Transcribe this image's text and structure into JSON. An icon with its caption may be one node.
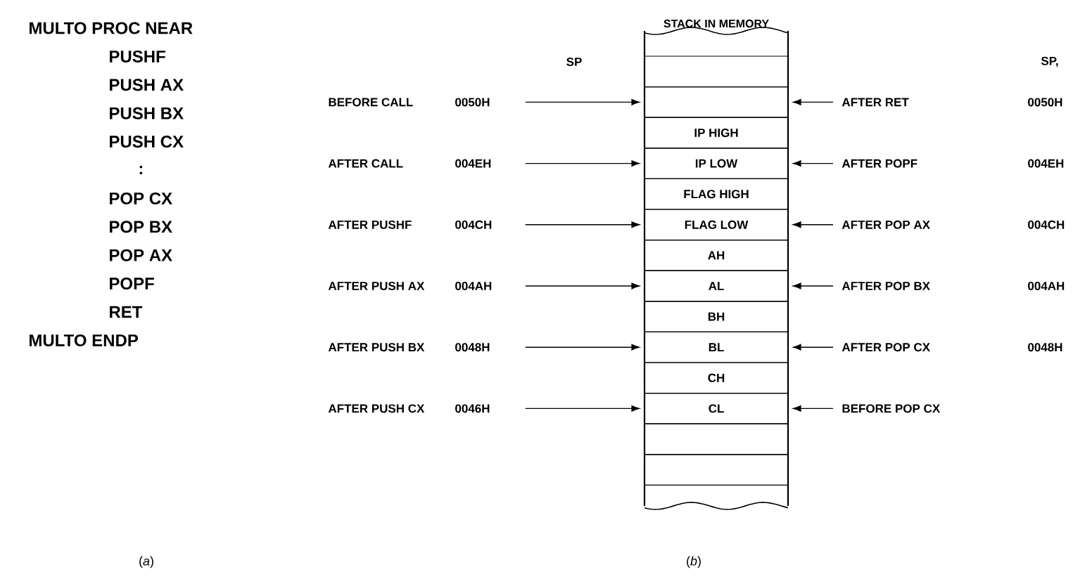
{
  "diagram": {
    "nodes": [
      {
        "text": [
          "STACK IN MEMORY"
        ]
      },
      {
        "text": [],
        "shape": "box",
        "in": 0
      },
      {
        "text": [],
        "shape": "box",
        "in": 0
      },
      {
        "text": [
          "IP HIGH"
        ],
        "in": 0
      },
      {
        "text": [
          "IP LOW"
        ],
        "in": 0
      },
      {
        "text": [
          "FLAG HIGH"
        ],
        "in": 0
      },
      {
        "text": [
          "FLAG LOW"
        ],
        "in": 0
      },
      {
        "text": [
          "AH"
        ],
        "in": 0
      },
      {
        "text": [
          "AL"
        ],
        "in": 0
      },
      {
        "text": [
          "BH"
        ],
        "in": 0
      },
      {
        "text": [
          "BL"
        ],
        "in": 0
      },
      {
        "text": [
          "CH"
        ],
        "in": 0
      },
      {
        "text": [
          "CL"
        ],
        "in": 0
      },
      {
        "text": [],
        "shape": "box",
        "in": 0
      },
      {
        "text": [],
        "shape": "box",
        "in": 0
      },
      {
        "text": [
          "BEFORE CALL",
          "0050H"
        ]
      },
      {
        "text": [
          "AFTER CALL",
          "004EH"
        ]
      },
      {
        "text": [
          "AFTER PUSHF",
          "004CH"
        ]
      },
      {
        "text": [
          "AFTER PUSH AX",
          "004AH"
        ]
      },
      {
        "text": [
          "AFTER PUSH BX",
          "0048H"
        ]
      },
      {
        "text": [
          "AFTER PUSH CX",
          "0046H"
        ]
      },
      {
        "text": [
          "AFTER RET",
          "0050H"
        ]
      },
      {
        "text": [
          "AFTER POPF",
          "004EH"
        ]
      },
      {
        "text": [
          "AFTER POP AX",
          "004CH"
        ]
      },
      {
        "text": [
          "AFTER POP BX",
          "004AH"
        ]
      },
      {
        "text": [
          "AFTER POP CX",
          "0048H"
        ]
      },
      {
        "text": [
          "BEFORE POP CX"
        ]
      }
    ],
    "edges": [
      {
        "from": 15,
        "to": 2,
        "arrow": "to"
      },
      {
        "from": 16,
        "to": 4,
        "arrow": "to"
      },
      {
        "from": 17,
        "to": 6,
        "arrow": "to"
      },
      {
        "from": 18,
        "to": 8,
        "arrow": "to"
      },
      {
        "from": 19,
        "to": 10,
        "arrow": "to"
      },
      {
        "from": 20,
        "to": 12,
        "arrow": "to"
      },
      {
        "from": 21,
        "to": 2,
        "arrow": "to"
      },
      {
        "from": 22,
        "to": 4,
        "arrow": "to"
      },
      {
        "from": 23,
        "to": 6,
        "arrow": "to"
      },
      {
        "from": 24,
        "to": 8,
        "arrow": "to"
      },
      {
        "from": 25,
        "to": 10,
        "arrow": "to"
      },
      {
        "from": 26,
        "to": 12,
        "arrow": "to"
      }
    ],
    "labels": [
      "MULTO PROC NEAR",
      "PUSHF",
      "PUSH AX",
      "PUSH BX",
      "PUSH CX",
      ":",
      "POP CX",
      "POP BX",
      "POP AX",
      "POPF",
      "RET",
      "MULTO ENDP",
      "SP",
      "SP,",
      "(*a*)",
      "(*b*)"
    ]
  }
}
